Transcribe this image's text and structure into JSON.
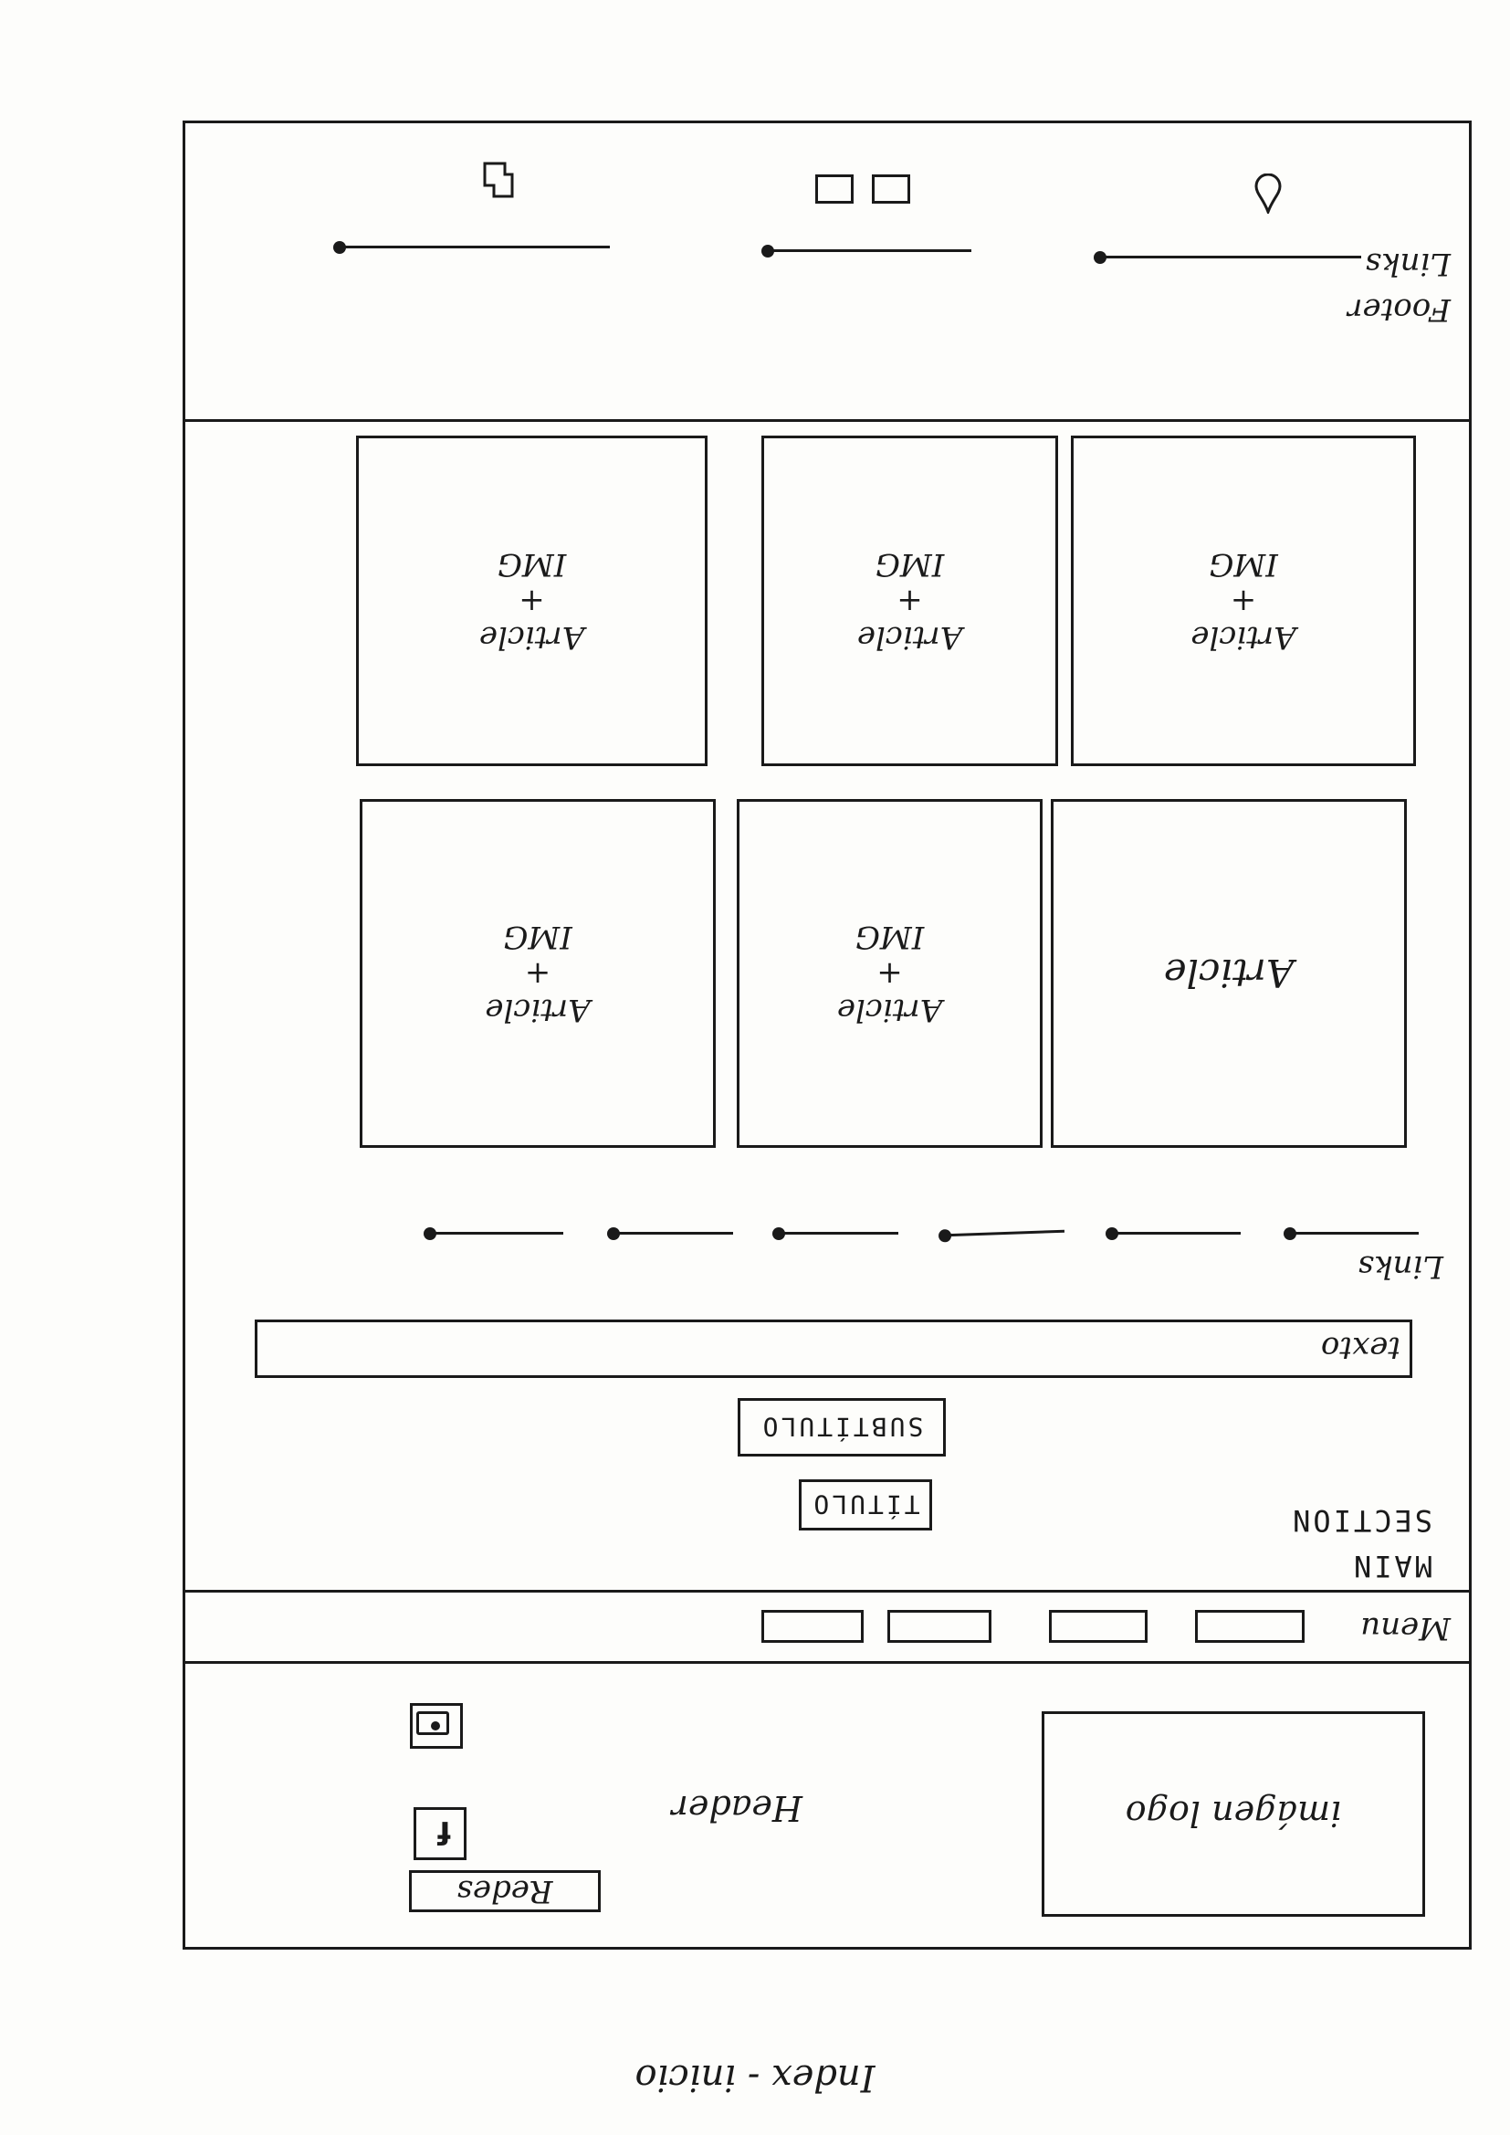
{
  "page_label": "Index - inicio",
  "header": {
    "logo_text": "imágen logo",
    "title": "Header",
    "social_label": "Redes",
    "social_icons": [
      "facebook-icon",
      "camera-icon"
    ]
  },
  "nav": {
    "label": "Menu",
    "items_count_note": ""
  },
  "main": {
    "section_label_top": "MAIN",
    "section_label_bottom": "SECTION",
    "title": "TÍTULO",
    "subtitle": "SUBTÍTULO",
    "text": "texto",
    "links_label": "Links",
    "articles": [
      {
        "line1": "Article",
        "line2": "",
        "line3": ""
      },
      {
        "line1": "Article",
        "line2": "+",
        "line3": "IMG"
      },
      {
        "line1": "Article",
        "line2": "+",
        "line3": "IMG"
      },
      {
        "line1": "Article",
        "line2": "+",
        "line3": "IMG"
      },
      {
        "line1": "Article",
        "line2": "+",
        "line3": "IMG"
      },
      {
        "line1": "Article",
        "line2": "+",
        "line3": "IMG"
      }
    ]
  },
  "footer": {
    "label": "Footer",
    "sublabel": "Links",
    "icons": [
      "phone-icon",
      "layout-icon",
      "drop-icon"
    ]
  }
}
